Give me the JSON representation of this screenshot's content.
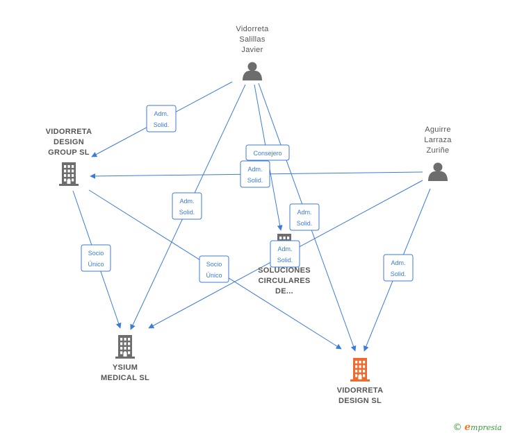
{
  "colors": {
    "edge": "#3c7bd8",
    "node": "#6d6d6d",
    "target": "#ef6a2d",
    "brand": "#3c9a3c"
  },
  "nodes": [
    {
      "id": "javier",
      "kind": "person",
      "icon": "person-icon",
      "lines": [
        "Vidorreta",
        "Salillas",
        "Javier"
      ],
      "target": false
    },
    {
      "id": "aguirre",
      "kind": "person",
      "icon": "person-icon",
      "lines": [
        "Aguirre",
        "Larraza",
        "Zuriñe"
      ],
      "target": false
    },
    {
      "id": "group",
      "kind": "company",
      "icon": "building-icon",
      "lines": [
        "VIDORRETA",
        "DESIGN",
        "GROUP  SL"
      ],
      "target": false
    },
    {
      "id": "soluciones",
      "kind": "company",
      "icon": "building-icon",
      "lines": [
        "SOLUCIONES",
        "CIRCULARES",
        "DE..."
      ],
      "target": false
    },
    {
      "id": "ysium",
      "kind": "company",
      "icon": "building-icon",
      "lines": [
        "YSIUM",
        "MEDICAL  SL"
      ],
      "target": false
    },
    {
      "id": "vds",
      "kind": "company",
      "icon": "building-icon",
      "lines": [
        "VIDORRETA",
        "DESIGN  SL"
      ],
      "target": true
    }
  ],
  "edges": [
    {
      "from": "javier",
      "to": "group",
      "label": [
        "Adm.",
        "Solid."
      ]
    },
    {
      "from": "javier",
      "to": "ysium",
      "label": [
        "Adm.",
        "Solid."
      ]
    },
    {
      "from": "javier",
      "to": "soluciones",
      "label": [
        "Consejero"
      ]
    },
    {
      "from": "javier",
      "to": "vds",
      "label": [
        "Adm.",
        "Solid."
      ]
    },
    {
      "from": "aguirre",
      "to": "group",
      "label": [
        "Adm.",
        "Solid."
      ]
    },
    {
      "from": "aguirre",
      "to": "ysium",
      "label": [
        "Adm.",
        "Solid."
      ]
    },
    {
      "from": "aguirre",
      "to": "vds",
      "label": [
        "Adm.",
        "Solid."
      ]
    },
    {
      "from": "group",
      "to": "ysium",
      "label": [
        "Socio",
        "Único"
      ]
    },
    {
      "from": "group",
      "to": "vds",
      "label": [
        "Socio",
        "Único"
      ]
    }
  ],
  "footer": {
    "copyright": "©",
    "brand_e": "e",
    "brand_rest": "mpresia"
  }
}
